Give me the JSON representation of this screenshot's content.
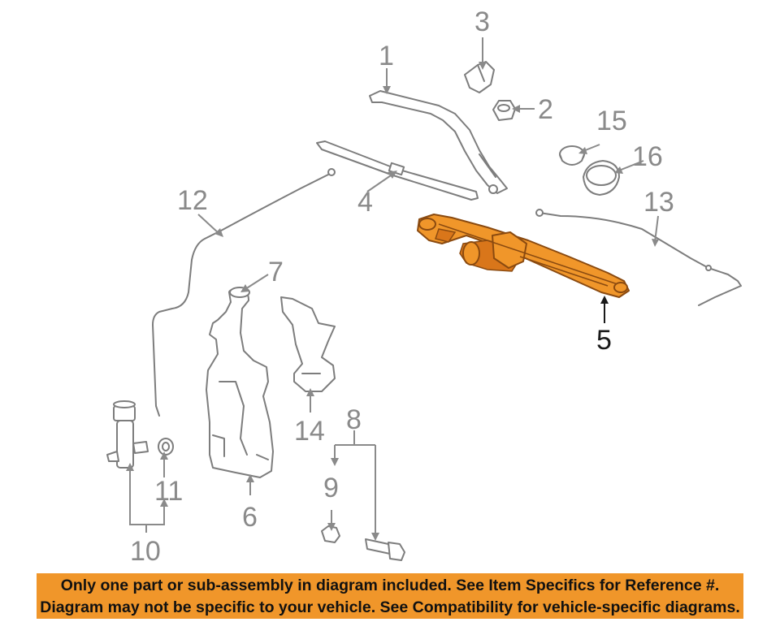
{
  "callouts": {
    "c1": "1",
    "c2": "2",
    "c3": "3",
    "c4": "4",
    "c5": "5",
    "c6": "6",
    "c7": "7",
    "c8": "8",
    "c9": "9",
    "c10": "10",
    "c11": "11",
    "c12": "12",
    "c13": "13",
    "c14": "14",
    "c15": "15",
    "c16": "16"
  },
  "highlighted_part": "5",
  "colors": {
    "highlight": "#f0962a",
    "linework": "#7d7d7d",
    "callout": "#8a8a8a"
  },
  "disclaimer": {
    "line1": "Only one part or sub-assembly in diagram included. See Item Specifics for Reference #.",
    "line2": "Diagram may not be specific to your vehicle. See Compatibility for vehicle-specific diagrams."
  }
}
